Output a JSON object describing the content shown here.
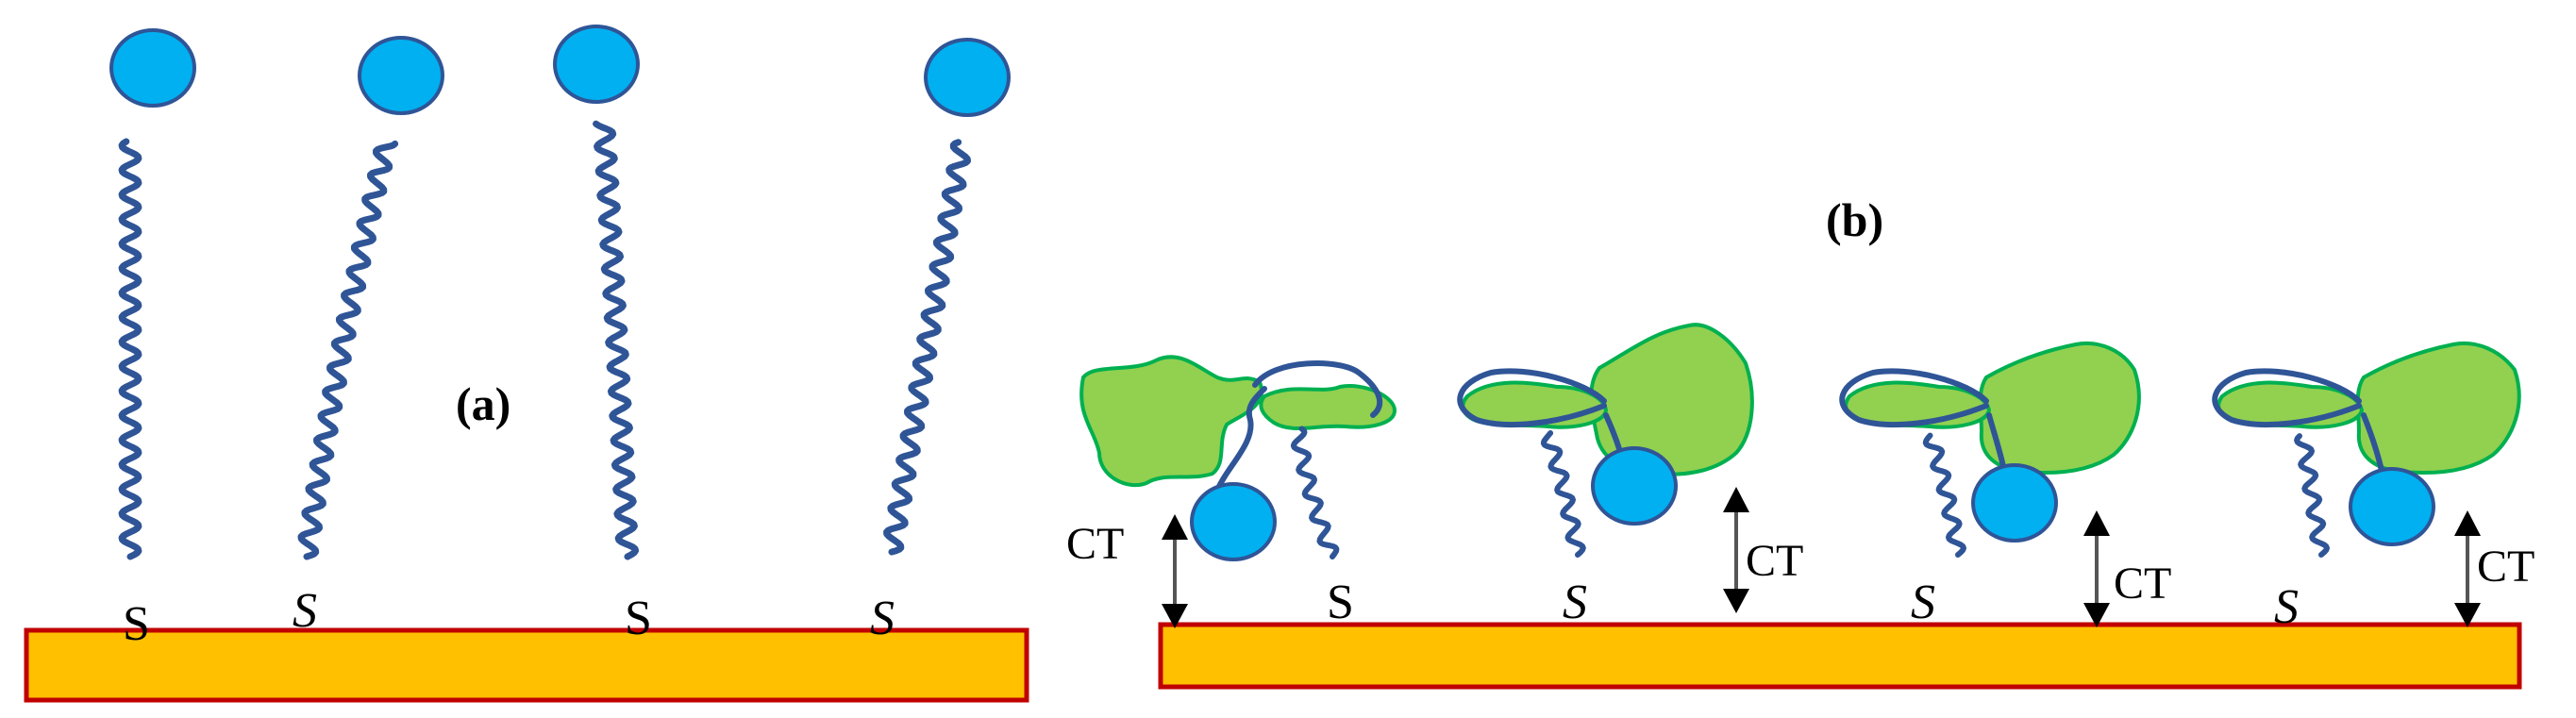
{
  "panels": [
    {
      "label": "(a)",
      "anchor_label": "S"
    },
    {
      "label": "(b)",
      "anchor_label": "S",
      "distance_label": "CT"
    }
  ],
  "colors": {
    "substrate_fill": "#FFC000",
    "substrate_border": "#C00000",
    "head_fill": "#00B0F0",
    "chain": "#2F5597",
    "protein_fill": "#92D050",
    "protein_border": "#00B050"
  }
}
